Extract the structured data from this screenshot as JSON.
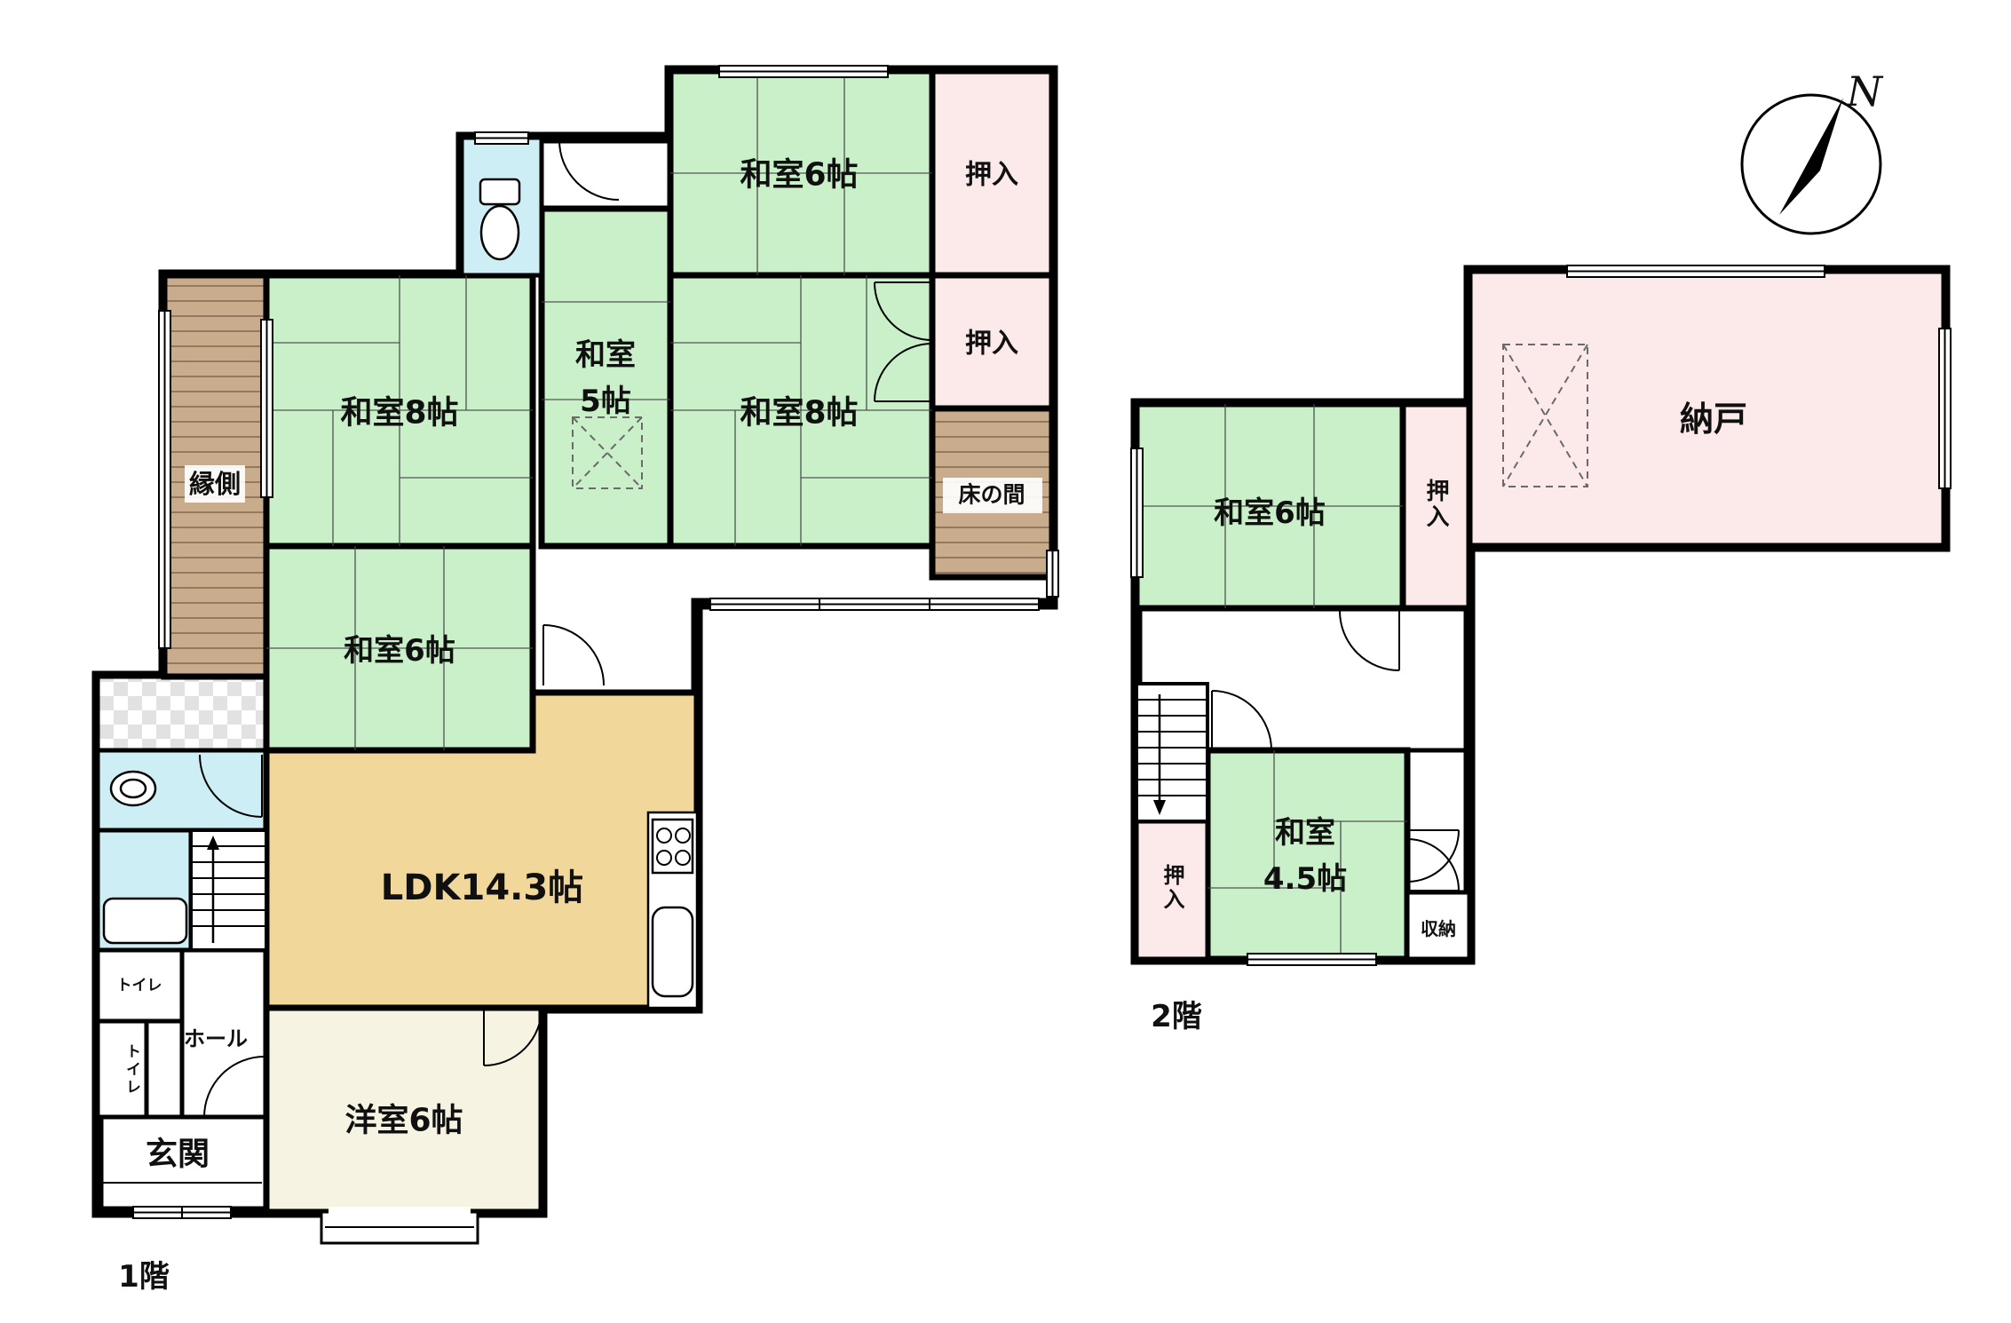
{
  "colors": {
    "tatami_green": "#c9f0c9",
    "closet_pink": "#fceaea",
    "ldk_tan": "#f2d79b",
    "western_cream": "#f7f3e2",
    "wood_brown": "#c9ac8c",
    "sanitary_blue": "#cdeef5",
    "bathtub_cyan": "#41d9e9"
  },
  "floor1": {
    "caption": "1階",
    "labels": {
      "washitsu6_top": "和室6帖",
      "oshiire_top": "押入",
      "oshiire_mid": "押入",
      "washitsu8_right": "和室8帖",
      "tokonoma": "床の間",
      "washitsu5_line1": "和室",
      "washitsu5_line2": "5帖",
      "washitsu8_left": "和室8帖",
      "engawa": "縁側",
      "washitsu6_lower": "和室6帖",
      "ldk": "LDK14.3帖",
      "yoshitsu6": "洋室6帖",
      "genkan": "玄関",
      "hall": "ホール",
      "toilet_a": "トイレ",
      "toilet_b": "トイレ"
    }
  },
  "floor2": {
    "caption": "2階",
    "labels": {
      "nando": "納戸",
      "washitsu6": "和室6帖",
      "oshiire_right": "押入",
      "oshiire_left": "押入",
      "washitsu45_line1": "和室",
      "washitsu45_line2": "4.5帖",
      "shunou": "収納"
    }
  },
  "compass": {
    "north": "N"
  }
}
